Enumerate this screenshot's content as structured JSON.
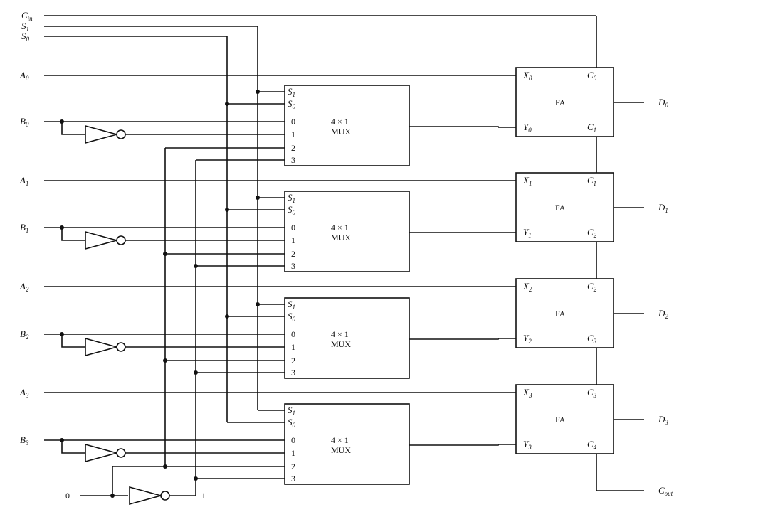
{
  "control_inputs": [
    {
      "base": "C",
      "sub": "in"
    },
    {
      "base": "S",
      "sub": "1"
    },
    {
      "base": "S",
      "sub": "0"
    }
  ],
  "stages": [
    {
      "a": {
        "base": "A",
        "sub": "0"
      },
      "b": {
        "base": "B",
        "sub": "0"
      },
      "d": {
        "base": "D",
        "sub": "0"
      },
      "x": {
        "base": "X",
        "sub": "0"
      },
      "y": {
        "base": "Y",
        "sub": "0"
      },
      "cin": {
        "base": "C",
        "sub": "0"
      },
      "cout": {
        "base": "C",
        "sub": "1"
      }
    },
    {
      "a": {
        "base": "A",
        "sub": "1"
      },
      "b": {
        "base": "B",
        "sub": "1"
      },
      "d": {
        "base": "D",
        "sub": "1"
      },
      "x": {
        "base": "X",
        "sub": "1"
      },
      "y": {
        "base": "Y",
        "sub": "1"
      },
      "cin": {
        "base": "C",
        "sub": "1"
      },
      "cout": {
        "base": "C",
        "sub": "2"
      }
    },
    {
      "a": {
        "base": "A",
        "sub": "2"
      },
      "b": {
        "base": "B",
        "sub": "2"
      },
      "d": {
        "base": "D",
        "sub": "2"
      },
      "x": {
        "base": "X",
        "sub": "2"
      },
      "y": {
        "base": "Y",
        "sub": "2"
      },
      "cin": {
        "base": "C",
        "sub": "2"
      },
      "cout": {
        "base": "C",
        "sub": "3"
      }
    },
    {
      "a": {
        "base": "A",
        "sub": "3"
      },
      "b": {
        "base": "B",
        "sub": "3"
      },
      "d": {
        "base": "D",
        "sub": "3"
      },
      "x": {
        "base": "X",
        "sub": "3"
      },
      "y": {
        "base": "Y",
        "sub": "3"
      },
      "cin": {
        "base": "C",
        "sub": "3"
      },
      "cout": {
        "base": "C",
        "sub": "4"
      }
    }
  ],
  "mux": {
    "title": "4 × 1",
    "name": "MUX",
    "sel_pins": [
      {
        "base": "S",
        "sub": "1"
      },
      {
        "base": "S",
        "sub": "0"
      }
    ],
    "data_pins": [
      "0",
      "1",
      "2",
      "3"
    ]
  },
  "fa": {
    "name": "FA"
  },
  "constant": {
    "zero": "0",
    "one": "1"
  },
  "carry_out": {
    "base": "C",
    "sub": "out"
  }
}
